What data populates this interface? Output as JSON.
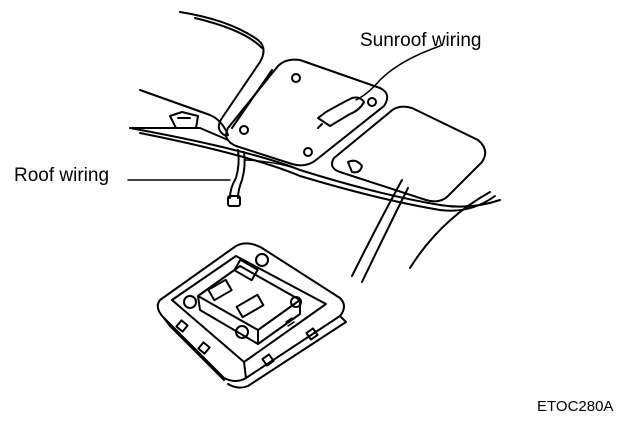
{
  "labels": {
    "sunroof_wiring": "Sunroof wiring",
    "roof_wiring": "Roof wiring",
    "figure_code": "ETOC280A"
  },
  "colors": {
    "line": "#000000",
    "background": "#ffffff"
  }
}
